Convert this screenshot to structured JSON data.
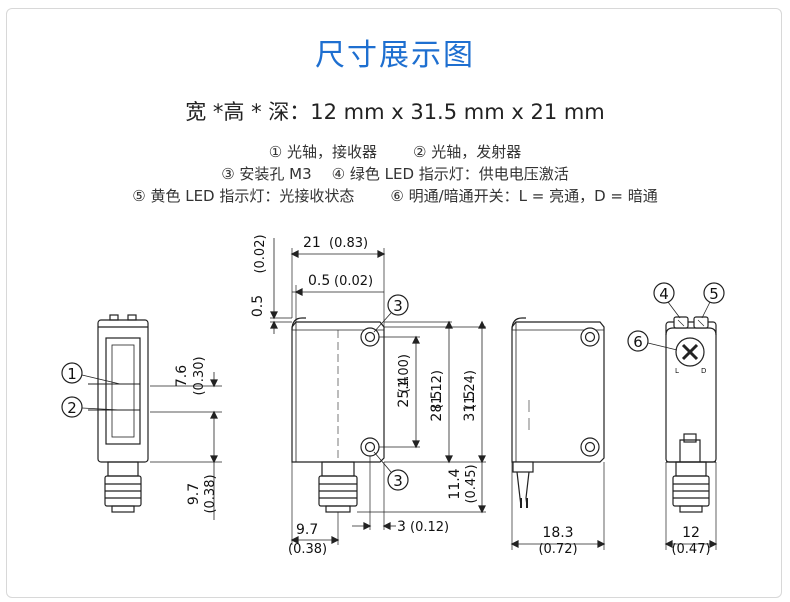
{
  "title": "尺寸展示图",
  "dimensions_line": "宽 *高 * 深：12 mm x 31.5 mm x 21 mm",
  "legend": {
    "item1": "① 光轴，接收器",
    "item2": "② 光轴，发射器",
    "item3": "③ 安装孔 M3",
    "item4": "④ 绿色 LED 指示灯：供电电压激活",
    "item5": "⑤ 黄色 LED 指示灯：光接收状态",
    "item6": "⑥ 明通/暗通开关：L = 亮通，D = 暗通"
  },
  "callouts": {
    "c1": "1",
    "c2": "2",
    "c3": "3",
    "c4": "4",
    "c5": "5",
    "c6": "6"
  },
  "measures": {
    "m0_5_top": "0.5",
    "m0_5_top_in": "(0.02)",
    "m21": "21",
    "m21_in": "(0.83)",
    "m0_5": "0.5",
    "m0_5_in": "(0.02)",
    "m7_6": "7.6",
    "m7_6_in": "(0.30)",
    "m9_7_v": "9.7",
    "m9_7_v_in": "(0.38)",
    "m25_4": "25.4",
    "m25_4_in": "(1.00)",
    "m28_5": "28.5",
    "m28_5_in": "(1.12)",
    "m31_5": "31.5",
    "m31_5_in": "(1.24)",
    "m11_4": "11.4",
    "m11_4_in": "(0.45)",
    "m9_7_h": "9.7",
    "m9_7_h_in": "(0.38)",
    "m3": "3",
    "m3_in": "(0.12)",
    "m18_3": "18.3",
    "m18_3_in": "(0.72)",
    "m12": "12",
    "m12_in": "(0.47)"
  },
  "switch_labels": {
    "left": "L",
    "right": "D"
  },
  "colors": {
    "title": "#1e6fd0",
    "line": "#222222",
    "body_fill": "#ffffff"
  }
}
